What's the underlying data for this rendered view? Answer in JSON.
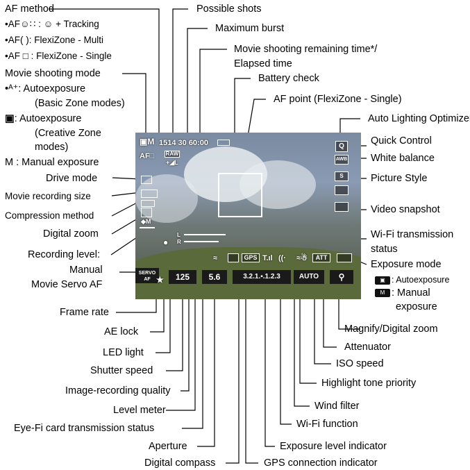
{
  "labels": {
    "af_method": "AF method",
    "af_opt1": "•AF☺∷ : ☺ + Tracking",
    "af_opt2": "•AF( ): FlexiZone - Multi",
    "af_opt3": "•AF □ : FlexiZone - Single",
    "movie_mode": "Movie shooting mode",
    "mode_auto_basic_1": "•ᴬ⁺: Autoexposure",
    "mode_auto_basic_2": "(Basic Zone modes)",
    "mode_auto_creative_1": ": Autoexposure",
    "mode_auto_creative_2": "(Creative Zone",
    "mode_auto_creative_3": "modes)",
    "mode_manual": "M : Manual exposure",
    "drive_mode": "Drive mode",
    "movie_rec_size": "Movie recording size",
    "compression": "Compression method",
    "digital_zoom": "Digital zoom",
    "rec_level": "Recording level:",
    "manual": "Manual",
    "movie_servo_af": "Movie Servo AF",
    "frame_rate": "Frame rate",
    "ae_lock": "AE lock",
    "led_light": "LED light",
    "shutter_speed": "Shutter speed",
    "image_quality": "Image-recording quality",
    "level_meter": "Level meter",
    "eyefi": "Eye-Fi card transmission status",
    "aperture": "Aperture",
    "digital_compass": "Digital compass",
    "possible_shots": "Possible shots",
    "max_burst": "Maximum burst",
    "movie_remaining_1": "Movie shooting remaining time*/",
    "movie_remaining_2": "Elapsed time",
    "battery": "Battery check",
    "af_point": "AF point (FlexiZone - Single)",
    "alo": "Auto Lighting Optimizer",
    "quick_control": "Quick Control",
    "white_balance": "White balance",
    "picture_style": "Picture Style",
    "video_snapshot": "Video snapshot",
    "wifi_status_1": "Wi-Fi transmission",
    "wifi_status_2": "status",
    "exposure_mode": "Exposure mode",
    "exp_auto": ": Autoexposure",
    "exp_manual_1": ": Manual",
    "exp_manual_2": "exposure",
    "magnify": "Magnify/Digital zoom",
    "attenuator": "Attenuator",
    "iso": "ISO speed",
    "htp": "Highlight tone priority",
    "wind": "Wind filter",
    "wifi_func": "Wi-Fi function",
    "exp_level": "Exposure level indicator",
    "gps": "GPS connection indicator"
  },
  "screen": {
    "top_readout": "1514 30 60:00",
    "raw": "RAW",
    "quality": "+◢L",
    "af_mode": "AF□",
    "shutter": "125",
    "aperture": "5.6",
    "exposure_scale": "3.2.1.▪.1.2.3",
    "iso": "AUTO",
    "gps": "GPS",
    "att": "ATT",
    "servo": "SERVO AF",
    "quick": "Q",
    "wb": "AWB",
    "style": "S",
    "level_L": "L",
    "level_R": "R",
    "zoom_m": "◆M",
    "level_star": "★",
    "led_dot": "●"
  }
}
